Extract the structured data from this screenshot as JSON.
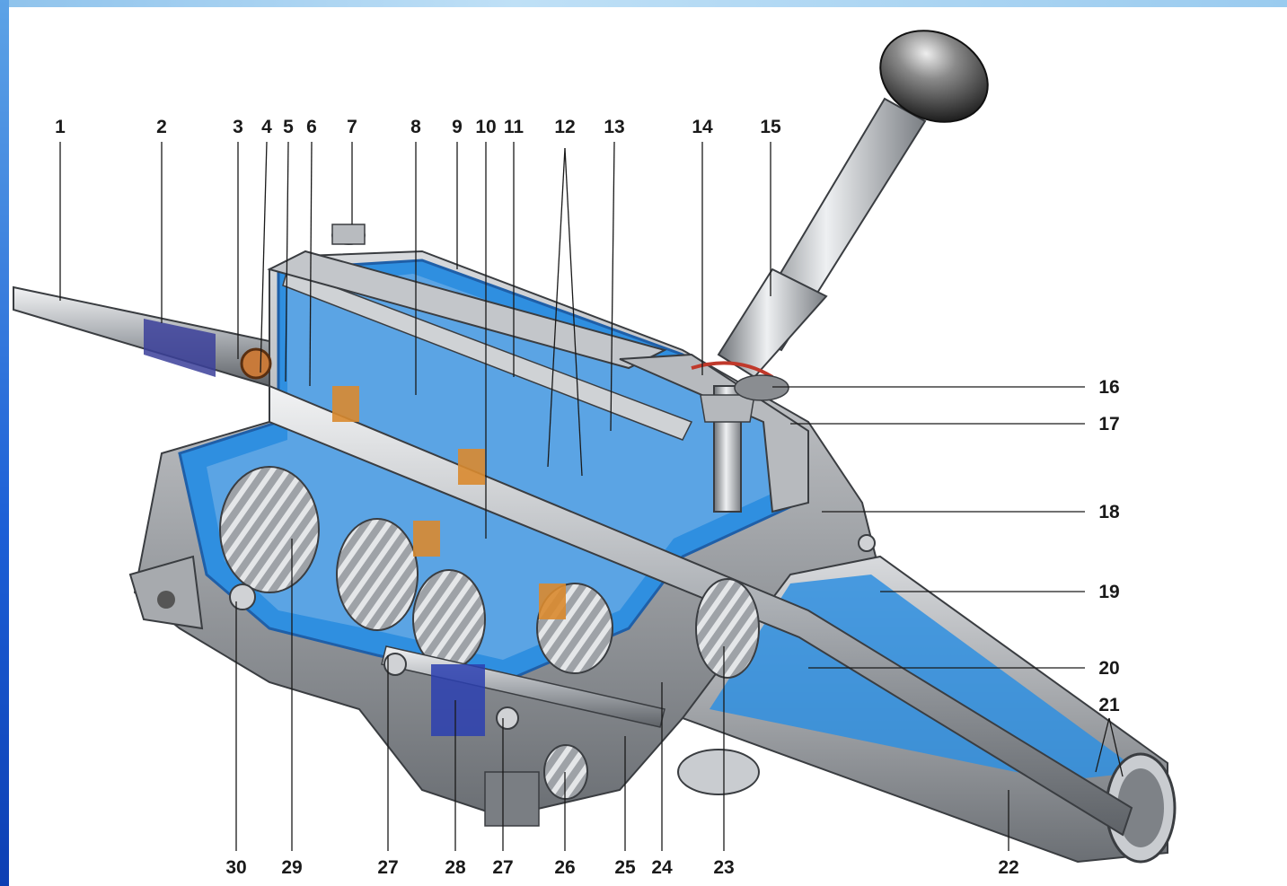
{
  "colors": {
    "cutaway": "#2f8fe0",
    "cutaway_dark": "#1f5fa8",
    "metal": "#b9bcc0",
    "metal_dark": "#5b5f64",
    "line": "#1a1a1a",
    "knob": "#2a2a2a",
    "accent": "#c0392b"
  },
  "callouts": {
    "top": [
      "1",
      "2",
      "3",
      "4",
      "5",
      "6",
      "7",
      "8",
      "9",
      "10",
      "11",
      "12",
      "13",
      "14",
      "15"
    ],
    "right": [
      "16",
      "17",
      "18",
      "19",
      "20",
      "21"
    ],
    "bottom": [
      "30",
      "29",
      "27",
      "28",
      "27",
      "26",
      "25",
      "24",
      "23",
      "22"
    ]
  }
}
